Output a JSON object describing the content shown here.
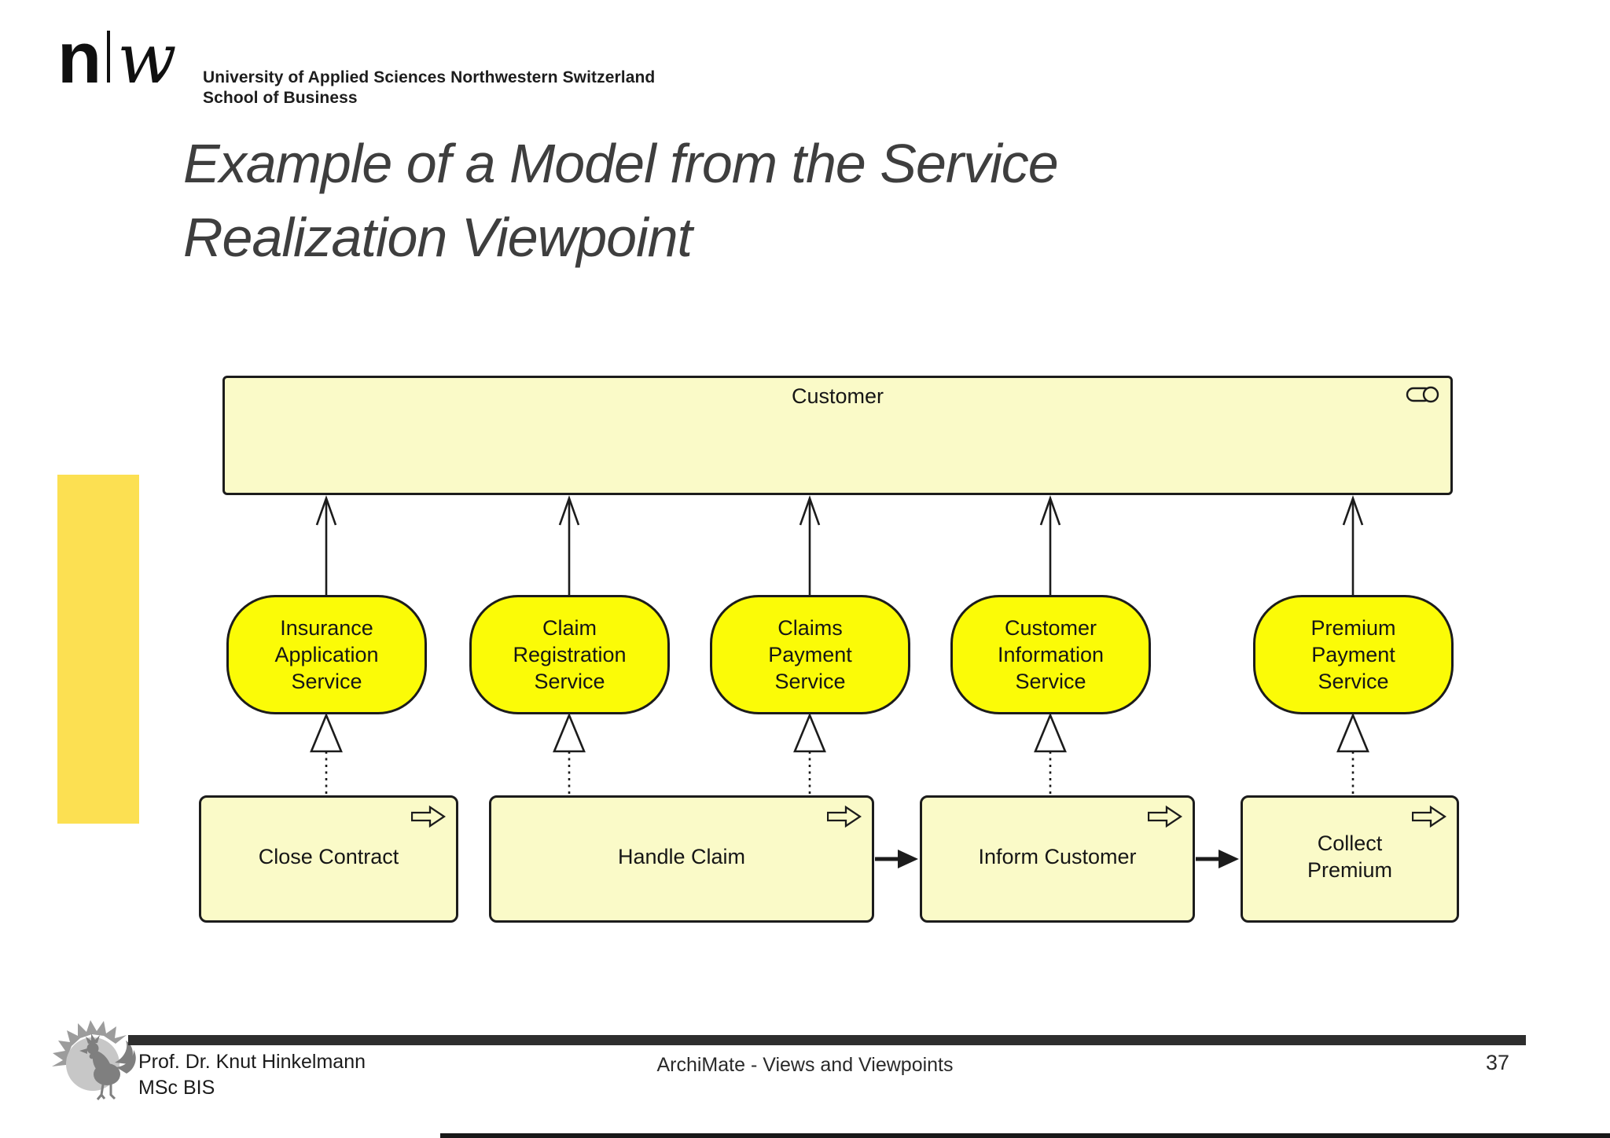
{
  "header": {
    "logo": {
      "n": "n",
      "w": "w"
    },
    "institution": {
      "line1": "University of Applied Sciences Northwestern Switzerland",
      "line2": "School of Business"
    }
  },
  "title": {
    "line1": "Example of a Model from the Service",
    "line2": "Realization Viewpoint"
  },
  "diagram": {
    "customer": {
      "label": "Customer",
      "element_type": "business-role"
    },
    "services": [
      {
        "label": "Insurance Application Service"
      },
      {
        "label": "Claim Registration Service"
      },
      {
        "label": "Claims Payment Service"
      },
      {
        "label": "Customer Information Service"
      },
      {
        "label": "Premium Payment Service"
      }
    ],
    "processes": [
      {
        "label": "Close Contract"
      },
      {
        "label": "Handle Claim"
      },
      {
        "label": "Inform Customer"
      },
      {
        "label": "Collect Premium"
      }
    ],
    "relations": [
      {
        "type": "serving",
        "from": "Insurance Application Service",
        "to": "Customer"
      },
      {
        "type": "serving",
        "from": "Claim Registration Service",
        "to": "Customer"
      },
      {
        "type": "serving",
        "from": "Claims Payment Service",
        "to": "Customer"
      },
      {
        "type": "serving",
        "from": "Customer Information Service",
        "to": "Customer"
      },
      {
        "type": "serving",
        "from": "Premium Payment Service",
        "to": "Customer"
      },
      {
        "type": "realization",
        "from": "Close Contract",
        "to": "Insurance Application Service"
      },
      {
        "type": "realization",
        "from": "Handle Claim",
        "to": "Claim Registration Service"
      },
      {
        "type": "realization",
        "from": "Handle Claim",
        "to": "Claims Payment Service"
      },
      {
        "type": "realization",
        "from": "Inform Customer",
        "to": "Customer Information Service"
      },
      {
        "type": "realization",
        "from": "Collect Premium",
        "to": "Premium Payment Service"
      },
      {
        "type": "flow",
        "from": "Handle Claim",
        "to": "Inform Customer"
      },
      {
        "type": "flow",
        "from": "Inform Customer",
        "to": "Collect Premium"
      }
    ]
  },
  "footer": {
    "author_line1": "Prof. Dr. Knut Hinkelmann",
    "author_line2": "MSc BIS",
    "course": "ArchiMate - Views and Viewpoints",
    "page_number": "37"
  },
  "colors": {
    "element-fill": "#fafac8",
    "service-fill": "#fbfb07",
    "diagram-border": "#1c1c1c",
    "accent-bar": "#fce052",
    "footer-bar": "#2e2e2e"
  }
}
